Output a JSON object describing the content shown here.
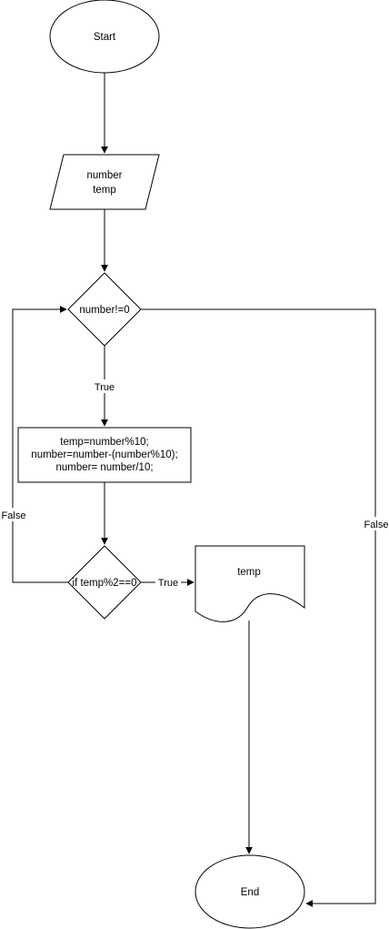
{
  "nodes": {
    "start": "Start",
    "input_line1": "number",
    "input_line2": "temp",
    "loop_condition": "number!=0",
    "process_line1": "temp=number%10;",
    "process_line2": "number=number-(number%10);",
    "process_line3": "number= number/10;",
    "even_check": "if temp%2==0",
    "output": "temp",
    "end": "End"
  },
  "edges": {
    "loop_true": "True",
    "even_true": "True",
    "even_false": "False",
    "loop_false": "False"
  }
}
